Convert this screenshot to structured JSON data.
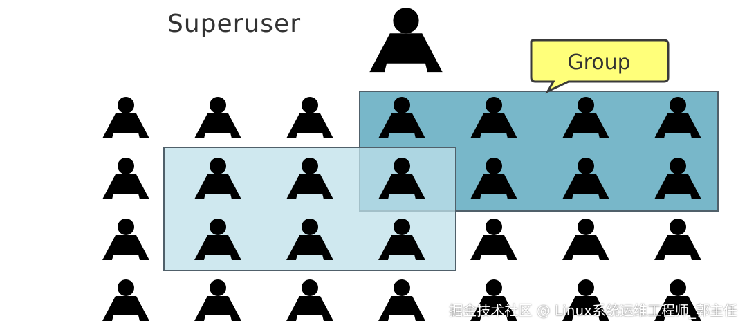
{
  "labels": {
    "superuser": "Superuser",
    "group": "Group"
  },
  "watermark": "掘金技术社区 @ Linux系统运维工程师_郭主任",
  "colors": {
    "person": "#000000",
    "group_dark": "#78b7c9",
    "group_light": "#bfe0ea",
    "group_border": "#50606a",
    "callout_fill": "#ffff7a",
    "callout_border": "#3a3a3a"
  },
  "people_grid": {
    "rows": 4,
    "columns": 7
  }
}
